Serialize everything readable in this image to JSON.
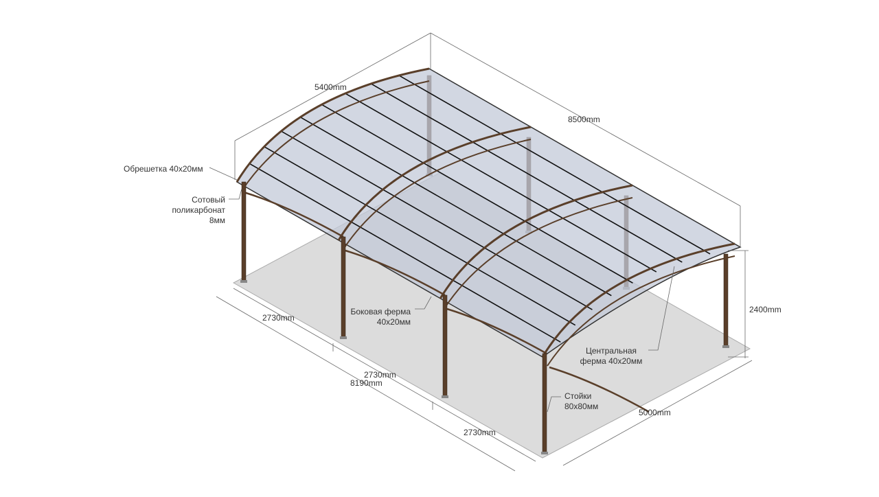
{
  "title": "Навес арочный – схема",
  "dimensions": {
    "roof_width": "5400mm",
    "roof_length": "8500mm",
    "height": "2400mm",
    "base_width": "5000mm",
    "total_length": "8190mm",
    "bay_1": "2730mm",
    "bay_2": "2730mm",
    "bay_3": "2730mm"
  },
  "callouts": {
    "lathing": "Обрешетка 40х20мм",
    "polycarbonate_1": "Сотовый",
    "polycarbonate_2": "поликарбонат",
    "polycarbonate_3": "8мм",
    "side_truss_1": "Боковая ферма",
    "side_truss_2": "40х20мм",
    "central_truss_1": "Центральная",
    "central_truss_2": "ферма 40х20мм",
    "posts_1": "Стойки",
    "posts_2": "80х80мм"
  },
  "colors": {
    "steel": "#5a3f2a",
    "roof": "#c3cad8",
    "slab": "#dcdcdc",
    "dim": "#555555"
  }
}
